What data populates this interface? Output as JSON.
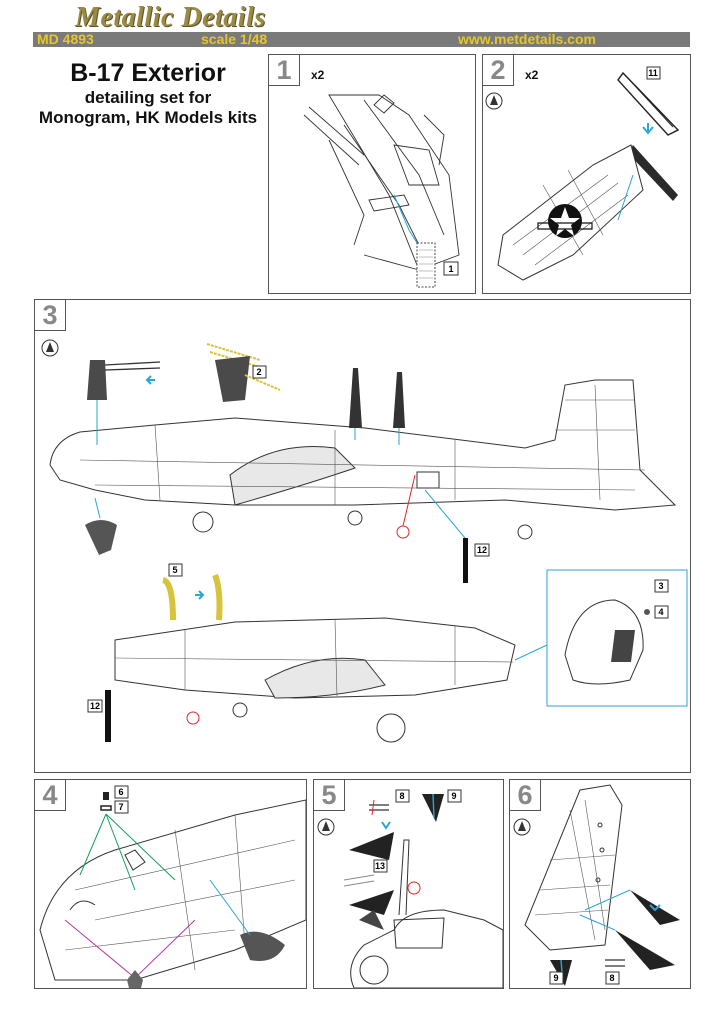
{
  "header": {
    "brand": "Metallic Details",
    "code": "MD 4893",
    "scale": "scale 1/48",
    "website": "www.metdetails.com"
  },
  "title": {
    "main": "B-17 Exterior",
    "line1": "detailing set for",
    "line2": "Monogram, HK Models kits"
  },
  "steps": [
    {
      "number": "1",
      "quantity": "x2",
      "parts": [
        "1"
      ]
    },
    {
      "number": "2",
      "quantity": "x2",
      "parts": [
        "11"
      ]
    },
    {
      "number": "3",
      "quantity": "",
      "parts": [
        "2",
        "5",
        "12",
        "3",
        "4",
        "12"
      ]
    },
    {
      "number": "4",
      "quantity": "",
      "parts": [
        "6",
        "7"
      ]
    },
    {
      "number": "5",
      "quantity": "",
      "parts": [
        "8",
        "9",
        "13"
      ]
    },
    {
      "number": "6",
      "quantity": "",
      "parts": [
        "9",
        "8"
      ]
    }
  ],
  "colors": {
    "accent_blue": "#2aa6d6",
    "accent_red": "#e0262b",
    "header_bar": "#7a7a7a",
    "header_text": "#e6c72a",
    "brass": "#d8c43a",
    "logo": "#9a8a45"
  }
}
